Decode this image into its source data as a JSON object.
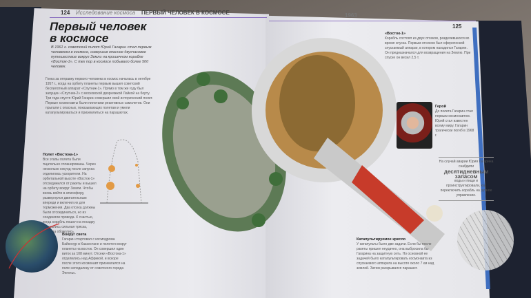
{
  "left_page": {
    "page_number": "124",
    "section": "Исследование космоса",
    "section_topic": "ПЕРВЫЙ ЧЕЛОВЕК В КОСМОСЕ",
    "title": "Первый человек в космосе",
    "lead": "В 1961 г. советский пилот Юрий Гагарин стал первым человеком в космосе, совершив опасное двухчасовое путешествие вокруг Земли на крошечном корабле «Восток-1». С тех пор в космосе побывало более 500 человек.",
    "body": "Гонка за отправку первого человека в космос началась в октябре 1957 г., когда на орбиту планеты первым вышел советский беспилотный аппарат «Спутник-1». Прямо в том же году был запущен «Спутник-2» с московской дворняжкой Лайкой на борту. Три года спустя Юрий Гагарин совершил свой исторический полет. Первые космонавты были пилотами реактивных самолетов. Они прыгали с опасных, показывающих полетам и умели катапультироваться и приземлиться на парашютах.",
    "flight": {
      "heading": "Полет «Востока-1»",
      "text": "Все этапы полета были тщательно спланированы. Через несколько секунд после запуска отделились ускорители. На орбитальной высоте «Восток-1» отсоединился от ракеты и вышел на орбиту вокруг Земли. Чтобы вновь войти в атмосферу, развернулся двигательным впереди и включил их для торможения. Два отсека должны были отсоединиться, но их соединяли провода. К счастью, когда корабль пошел на посадку и начались сильная тряска, провода обожглись."
    },
    "around": {
      "heading": "Вокруг света",
      "text": "Гагарин стартовал с космодрома Байконур в Казахстане и полетел вокруг планеты на восток. Он совершил один виток за 108 минут. Отсеки «Востока-1» отделились над Африкой, и вскоре после этого космонавт приземлился на поле неподалеку от советского города Энгельс."
    }
  },
  "right_page": {
    "page_number": "125",
    "year": "1963",
    "vostok": {
      "heading": "«Восток-1»",
      "text": "Корабль состоял из двух отсеков, разделившихся во время спуска. Первым отсеком был сферический спускаемый аппарат, в котором находился Гагарин. Он предназначался для возвращения на Землю. При спуске он весил 2,5 т."
    },
    "hero": {
      "heading": "Герой",
      "text": "До полета Гагарин стал первым космонавтом. Юрий стал известен всему миру. Гагарин трагически погиб в 1968 г."
    },
    "callout": {
      "prefix": "На случай аварии Юрия Гагарина снабдили",
      "highlight": "десятидневным запасом",
      "suffix": "воды и пищи и проинструктировали, как переключить корабль на ручное управление."
    },
    "catapult": {
      "heading": "Катапультируемое кресло",
      "text": "У катапульты было две задачи. Если бы после ракеты пришел неудачно, она выбросила бы Гагарина на защитную сеть. Но основной ее задачей было катапультировать космонавта из спускаемого аппарата на высоте около 7 км над землей. Затем раскрывался парашют."
    }
  }
}
